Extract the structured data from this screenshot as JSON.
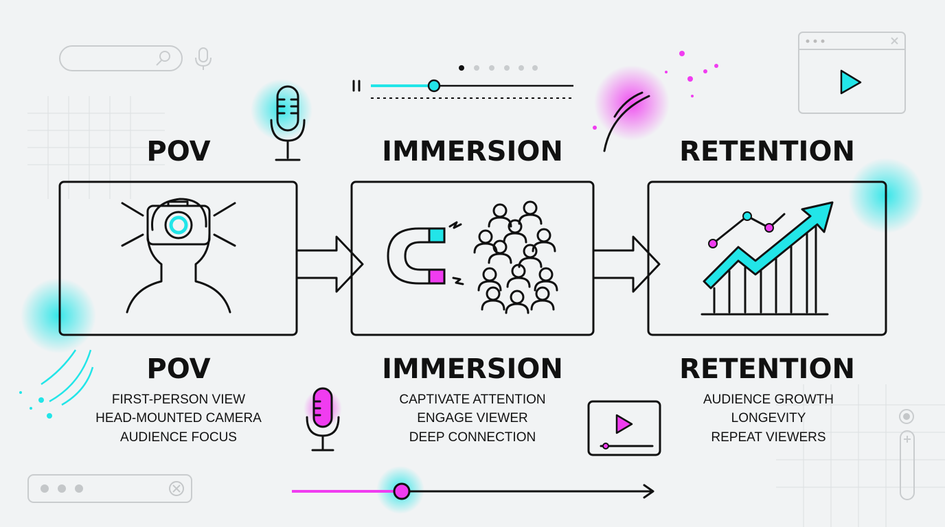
{
  "colors": {
    "cyan": "#22e5e8",
    "magenta": "#f03cf0",
    "ink": "#111111",
    "background": "#f1f3f4"
  },
  "stages": [
    {
      "top_title": "POV",
      "title": "POV",
      "icon": "head-mounted-camera-icon",
      "lines": [
        "FIRST-PERSON VIEW",
        "HEAD-MOUNTED CAMERA",
        "AUDIENCE FOCUS"
      ]
    },
    {
      "top_title": "IMMERSION",
      "title": "IMMERSION",
      "icon": "magnet-audience-icon",
      "lines": [
        "CAPTIVATE ATTENTION",
        "ENGAGE VIEWER",
        "DEEP CONNECTION"
      ]
    },
    {
      "top_title": "RETENTION",
      "title": "RETENTION",
      "icon": "growth-chart-icon",
      "lines": [
        "AUDIENCE GROWTH",
        "LONGEVITY",
        "REPEAT VIEWERS"
      ]
    }
  ],
  "progress": {
    "top_slider": 0.3,
    "bottom_slider": 0.3,
    "carousel_active": 1,
    "carousel_count": 6
  }
}
